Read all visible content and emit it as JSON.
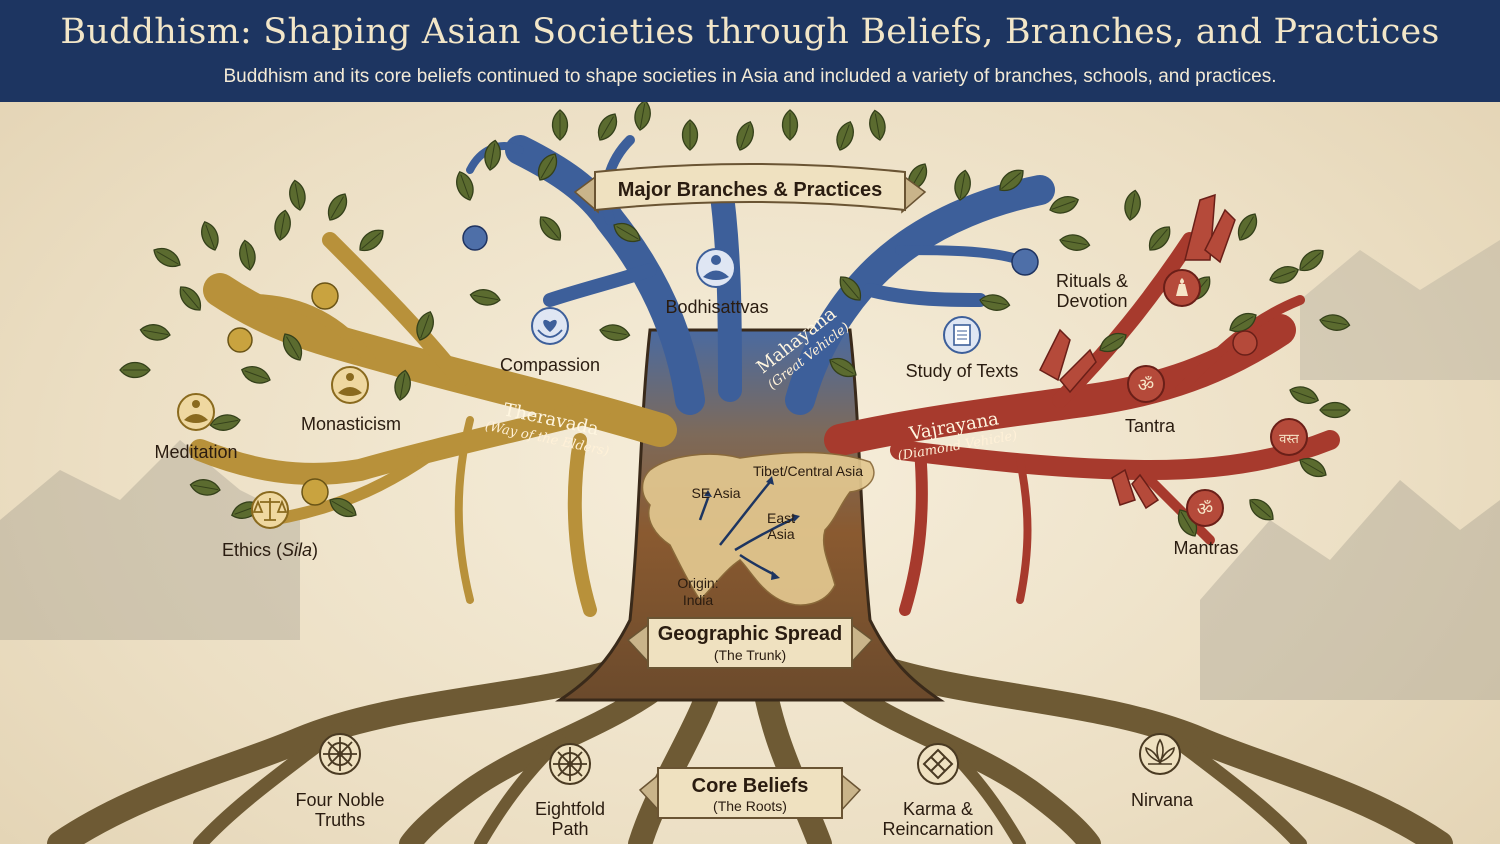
{
  "header": {
    "title": "Buddhism: Shaping Asian Societies through Beliefs, Branches, and Practices",
    "subtitle": "Buddhism and its core beliefs continued to shape societies in Asia and included a variety of branches, schools, and practices."
  },
  "ribbons": {
    "branches": {
      "title": "Major Branches & Practices"
    },
    "trunk": {
      "title": "Geographic Spread",
      "subtitle": "(The Trunk)"
    },
    "roots": {
      "title": "Core Beliefs",
      "subtitle": "(The Roots)"
    }
  },
  "branches": {
    "theravada": {
      "name": "Theravada",
      "sub": "(Way of the Elders)",
      "color": "#b8913a"
    },
    "mahayana": {
      "name": "Mahayana",
      "sub": "(Great Vehicle)",
      "color": "#3d5f9a"
    },
    "vajrayana": {
      "name": "Vajrayana",
      "sub": "(Diamond Vehicle)",
      "color": "#a73a2d"
    }
  },
  "practices": {
    "meditation": "Meditation",
    "monasticism": "Monasticism",
    "ethics": "Ethics (",
    "ethics_italic": "Sila",
    "ethics_close": ")",
    "compassion": "Compassion",
    "bodhisattvas": "Bodhisattvas",
    "study_of_texts": "Study of Texts",
    "rituals_line1": "Rituals &",
    "rituals_line2": "Devotion",
    "tantra": "Tantra",
    "mantras": "Mantras",
    "tantra_glyph": "ॐ",
    "vajra_glyph": "वस्त",
    "mantra_glyph": "ॐ"
  },
  "map": {
    "se_asia": "SE Asia",
    "tibet": "Tibet/Central Asia",
    "east_line1": "East",
    "east_line2": "Asia",
    "origin_line1": "Origin:",
    "origin_line2": "India"
  },
  "roots": {
    "four_noble_line1": "Four Noble",
    "four_noble_line2": "Truths",
    "eightfold_line1": "Eightfold",
    "eightfold_line2": "Path",
    "karma_line1": "Karma &",
    "karma_line2": "Reincarnation",
    "nirvana": "Nirvana"
  },
  "icons": [
    "dharma-wheel-icon",
    "endless-knot-icon",
    "lotus-icon",
    "meditating-figure-icon",
    "scales-icon",
    "hands-heart-icon",
    "book-icon",
    "buddha-icon",
    "crystal-icon"
  ],
  "colors": {
    "header_bg": "#1d3561",
    "parchment": "#efe4cc",
    "trunk": "#7a5230",
    "leaf": "#5a6a30"
  }
}
